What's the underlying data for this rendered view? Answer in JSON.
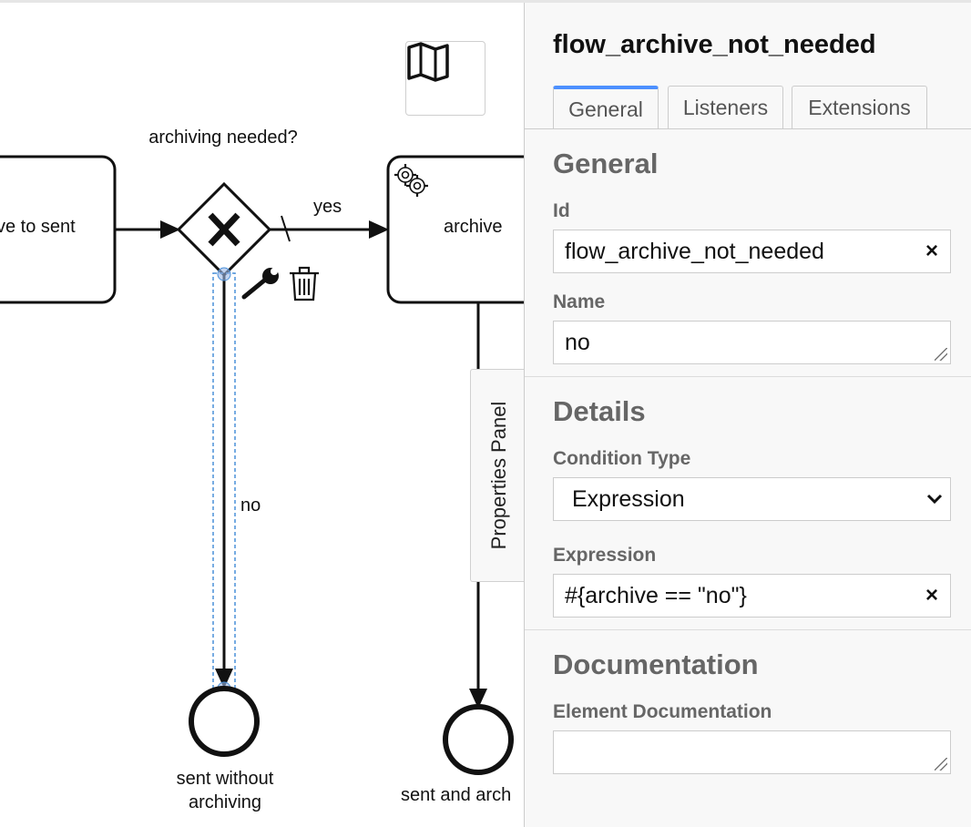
{
  "canvas": {
    "gateway_label": "archiving needed?",
    "task_left_label": "ve to sent",
    "task_archive_label": "archive",
    "flow_yes_label": "yes",
    "flow_no_label": "no",
    "end_left_label_line1": "sent without",
    "end_left_label_line2": "archiving",
    "end_right_label": "sent and arch",
    "icons": [
      "map-icon",
      "gateway-x-icon",
      "gear-icon",
      "wrench-icon",
      "trash-icon"
    ],
    "selection_color": "#4a90d9"
  },
  "panel": {
    "toggle_label": "Properties Panel",
    "title": "flow_archive_not_needed",
    "tabs": [
      {
        "label": "General",
        "active": true
      },
      {
        "label": "Listeners",
        "active": false
      },
      {
        "label": "Extensions",
        "active": false
      }
    ],
    "accent_color": "#4d90fe",
    "groups": {
      "general": {
        "title": "General",
        "id_label": "Id",
        "id_value": "flow_archive_not_needed",
        "name_label": "Name",
        "name_value": "no"
      },
      "details": {
        "title": "Details",
        "condition_type_label": "Condition Type",
        "condition_type_value": "Expression",
        "expression_label": "Expression",
        "expression_value": "#{archive == \"no\"}"
      },
      "documentation": {
        "title": "Documentation",
        "element_doc_label": "Element Documentation",
        "element_doc_value": ""
      }
    },
    "clear_glyph": "×"
  }
}
